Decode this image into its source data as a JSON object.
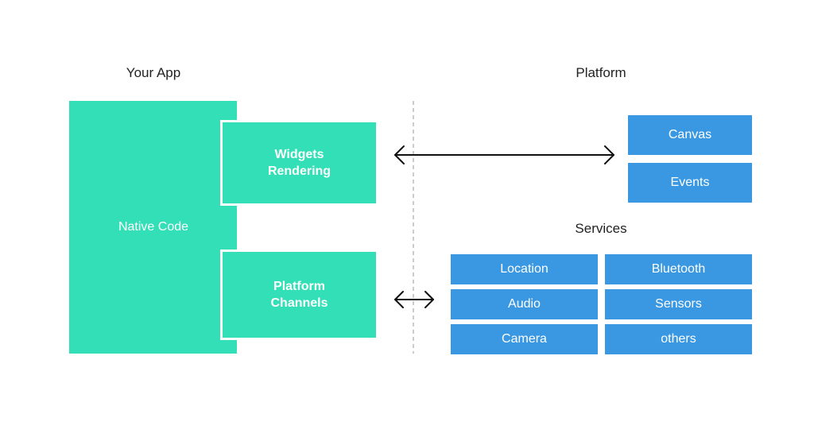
{
  "headings": {
    "app": "Your App",
    "platform": "Platform",
    "services": "Services"
  },
  "app": {
    "native": "Native Code",
    "widgets": [
      "Widgets",
      "Rendering"
    ],
    "channels": [
      "Platform",
      "Channels"
    ]
  },
  "platform": {
    "canvas": "Canvas",
    "events": "Events"
  },
  "services": [
    "Location",
    "Bluetooth",
    "Audio",
    "Sensors",
    "Camera",
    "others"
  ],
  "colors": {
    "app_green": "#32dfb7",
    "platform_blue": "#3a98e3",
    "arrow": "#111111",
    "divider": "#bbbbbb"
  }
}
